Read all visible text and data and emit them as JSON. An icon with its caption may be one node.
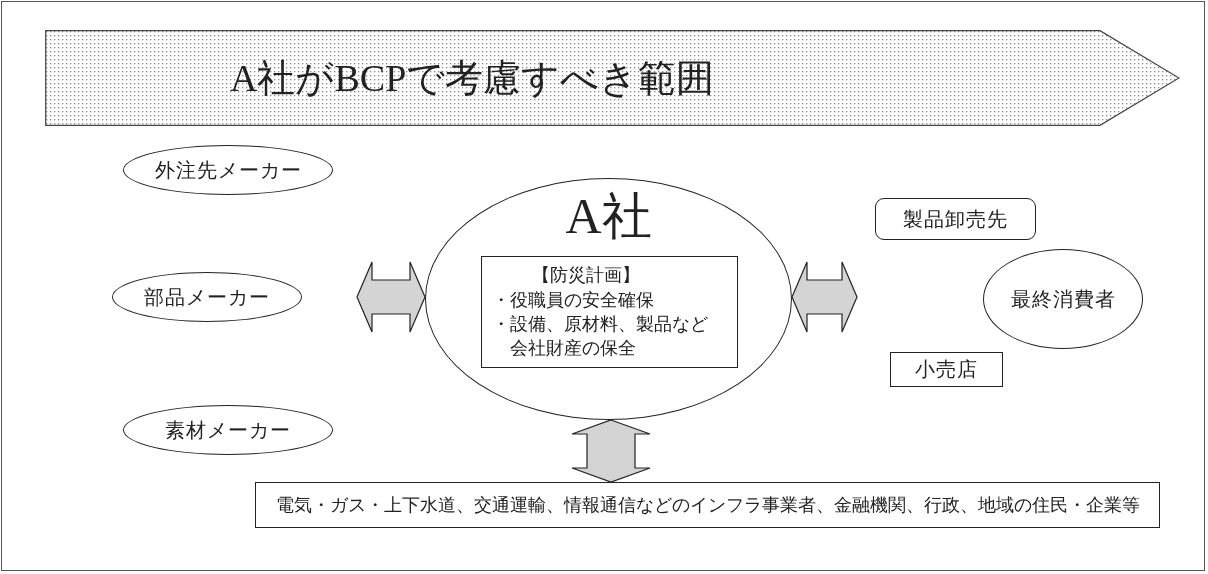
{
  "diagram": {
    "nodes": [
      {
        "text": [
          "A社がBCPで考慮すべき範囲"
        ]
      },
      {
        "text": [
          "外注先メーカー"
        ]
      },
      {
        "text": [
          "部品メーカー"
        ]
      },
      {
        "text": [
          "素材メーカー"
        ]
      },
      {
        "text": [
          "A社"
        ]
      },
      {
        "text": [
          "【防災計画】",
          "・役職員の安全確保",
          "・設備、原材料、製品など会社財産の保全"
        ],
        "in": 4
      },
      {
        "text": [
          "製品卸売先"
        ]
      },
      {
        "text": [
          "最終消費者"
        ]
      },
      {
        "text": [
          "小売店"
        ]
      },
      {
        "text": [
          "電気・ガス・上下水道、交通運輸、情報通信などのインフラ事業者、金融機関、行政、地域の住民・企業等"
        ]
      }
    ],
    "edges": [
      {
        "from": null,
        "to": 4,
        "arrow": "both"
      },
      {
        "from": 4,
        "to": null,
        "arrow": "both"
      },
      {
        "from": 4,
        "to": 9,
        "arrow": "both"
      }
    ]
  }
}
